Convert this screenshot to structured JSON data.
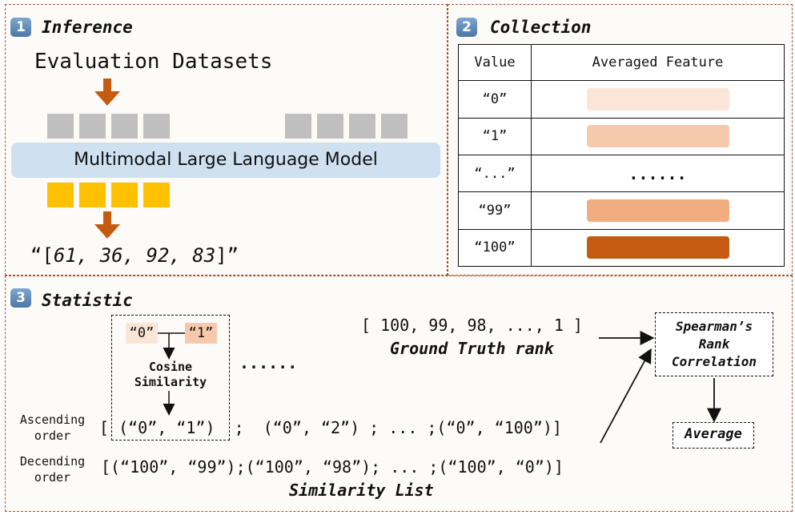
{
  "inference": {
    "badge": "1",
    "title": "Inference",
    "input_label": "Evaluation Datasets",
    "model_label": "Multimodal Large Language Model",
    "output_open": "“[",
    "output_values": "61, 36, 92, 83",
    "output_close": "]”",
    "colors": {
      "input_token": "#bfbfbf",
      "output_token": "#ffc000",
      "arrow": "#c55a11",
      "model": "#cfe0f0"
    }
  },
  "collection": {
    "badge": "2",
    "title": "Collection",
    "headers": [
      "Value",
      "Averaged Feature"
    ],
    "rows": [
      {
        "value": "“0”",
        "feature": "",
        "color": "#fbe5d6"
      },
      {
        "value": "“1”",
        "feature": "",
        "color": "#f7c9ac"
      },
      {
        "value": "“...”",
        "feature": "......",
        "color": ""
      },
      {
        "value": "“99”",
        "feature": "",
        "color": "#f1ad80"
      },
      {
        "value": "“100”",
        "feature": "",
        "color": "#c55a11"
      }
    ]
  },
  "statistic": {
    "badge": "3",
    "title": "Statistic",
    "chip_a": "“0”",
    "chip_b": "“1”",
    "cosine_label": "Cosine\nSimilarity",
    "ellipsis": "......",
    "ground_truth_list": "[ 100, 99, 98, ..., 1 ]",
    "ground_truth_label": "Ground Truth rank",
    "ascending_label": "Ascending\norder",
    "ascending_list": "[ (“0”, “1”)  ;  (“0”, “2”) ; ... ;(“0”, “100”)]",
    "descending_label": "Decending\norder",
    "descending_list": "[(“100”, “99”);(“100”, “98”); ... ;(“100”, “0”)]",
    "similarity_list_label": "Similarity List",
    "spearman_label": "Spearman’s\nRank\nCorrelation",
    "average_label": "Average"
  }
}
